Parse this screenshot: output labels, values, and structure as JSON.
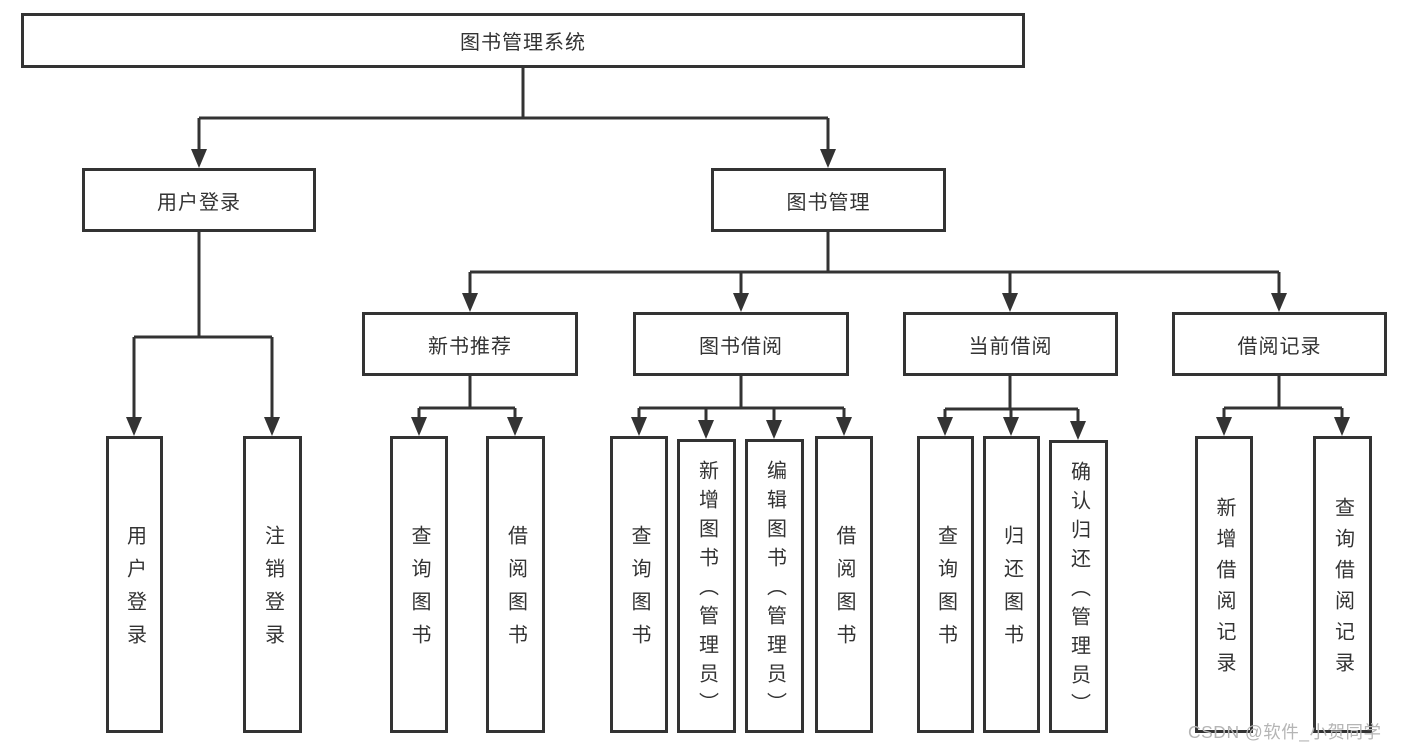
{
  "diagram": {
    "title": "图书管理系统",
    "colors": {
      "line": "#333333",
      "node_border": "#333333",
      "node_fill": "#ffffff",
      "text": "#333333",
      "watermark": "#b5b5b5",
      "background": "#ffffff"
    },
    "tree": {
      "label": "图书管理系统",
      "children": [
        {
          "label": "用户登录",
          "children": [
            {
              "label": "用户登录"
            },
            {
              "label": "注销登录"
            }
          ]
        },
        {
          "label": "图书管理",
          "children": [
            {
              "label": "新书推荐",
              "children": [
                {
                  "label": "查询图书"
                },
                {
                  "label": "借阅图书"
                }
              ]
            },
            {
              "label": "图书借阅",
              "children": [
                {
                  "label": "查询图书"
                },
                {
                  "label": "新增图书（管理员）"
                },
                {
                  "label": "编辑图书（管理员）"
                },
                {
                  "label": "借阅图书"
                }
              ]
            },
            {
              "label": "当前借阅",
              "children": [
                {
                  "label": "查询图书"
                },
                {
                  "label": "归还图书"
                },
                {
                  "label": "确认归还（管理员）"
                }
              ]
            },
            {
              "label": "借阅记录",
              "children": [
                {
                  "label": "新增借阅记录"
                },
                {
                  "label": "查询借阅记录"
                }
              ]
            }
          ]
        }
      ]
    },
    "watermark": {
      "text": "CSDN @软件_小贺同学"
    }
  }
}
